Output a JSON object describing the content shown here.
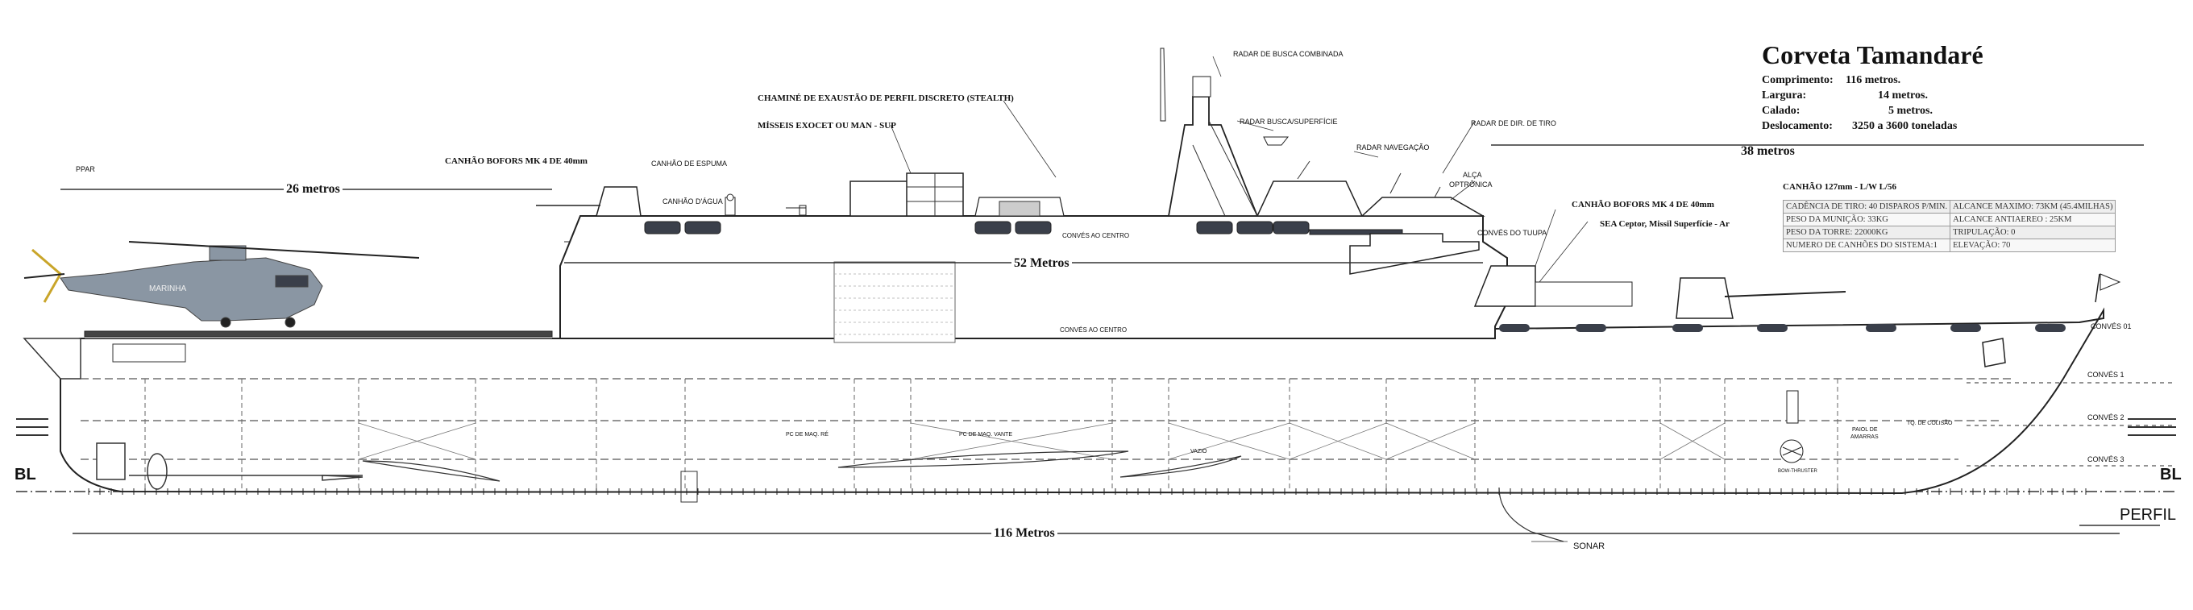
{
  "title": "Corveta Tamandaré",
  "specs": [
    {
      "label": "Comprimento:",
      "value": "116 metros."
    },
    {
      "label": "Largura:",
      "value": "14 metros."
    },
    {
      "label": "Calado:",
      "value": "5 metros."
    },
    {
      "label": "Deslocamento:",
      "value": "3250 a 3600 toneladas"
    }
  ],
  "weapon_table": {
    "caption": "CANHÃO 127mm - L/W L/56",
    "rows": [
      [
        "CADÊNCIA DE TIRO: 40 DISPAROS P/MIN.",
        "ALCANCE MAXIMO: 73KM (45.4MILHAS)"
      ],
      [
        "PESO DA MUNIÇÃO: 33KG",
        "ALCANCE ANTIAEREO : 25KM"
      ],
      [
        "PESO DA TORRE: 22000KG",
        "TRIPULAÇÃO: 0"
      ],
      [
        "NUMERO DE CANHÕES DO SISTEMA:1",
        "ELEVAÇÃO: 70"
      ]
    ]
  },
  "dimensions": {
    "helideck": "26 metros",
    "superstructure": "52 Metros",
    "bow": "38 metros",
    "overall": "116 Metros"
  },
  "labels": {
    "ppar": "PPAR",
    "bofors_aft": "CANHÃO BOFORS MK 4 DE 40mm",
    "foam_cannon": "CANHÃO DE ESPUMA",
    "water_cannon": "CANHÃO D'ÁGUA",
    "funnel": "CHAMINÉ DE EXAUSTÃO  DE PERFIL DISCRETO (STEALTH)",
    "missiles": "MÍSSEIS EXOCET OU MAN - SUP",
    "combined_radar": "RADAR DE BUSCA COMBINADA",
    "surface_radar": "RADAR BUSCA/SUPERFÍCIE",
    "nav_radar": "RADAR NAVEGAÇÃO",
    "fire_radar": "RADAR DE DIR. DE TIRO",
    "optronic_1": "ALÇA",
    "optronic_2": "OPTRÔNICA",
    "bofors_fwd": "CANHÃO BOFORS MK 4 DE 40mm",
    "sea_ceptor": "SEA Ceptor, Missil Superfície - Ar",
    "tujupa_deck": "CONVÉS DO TUUPA",
    "deck_center_upper": "CONVÉS AO CENTRO",
    "deck_center": "CONVÉS AO CENTRO",
    "deck_01": "CONVÉS 01",
    "deck_1": "CONVÉS 1",
    "deck_2": "CONVÉS 2",
    "deck_3": "CONVÉS 3",
    "engine_room_aft": "PC DE MAQ. RÉ",
    "engine_room_fwd": "PC DE MAQ. VANTE",
    "void": "VAZIO",
    "ammo_store_1": "PAIOL DE",
    "ammo_store_2": "AMARRAS",
    "collision_tank": "TQ. DE COLISÃO",
    "bow_thruster": "BOW-THRUSTER",
    "sonar": "SONAR",
    "perfil": "PERFIL",
    "bl_left": "BL",
    "bl_right": "BL",
    "helicopter": "MARINHA"
  },
  "colors": {
    "line": "#222222",
    "hull_fill": "#ffffff",
    "helo": "#8a96a3",
    "window": "#3a3f4a",
    "vent": "#9aa4b6",
    "crest": "#c9a52a"
  }
}
